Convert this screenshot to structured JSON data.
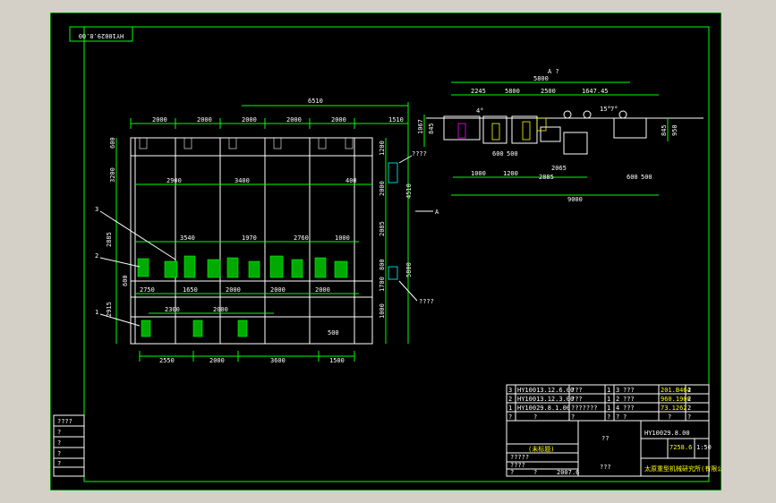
{
  "drawing": {
    "rotated_number": "HY10029.8.00",
    "section_label": "A ?",
    "a_marker": "A",
    "callouts": [
      "1",
      "2",
      "3"
    ],
    "note_top_right": "????",
    "note_mid_right": "????"
  },
  "plan_dims": {
    "top_chain": [
      "2000",
      "2000",
      "2000",
      "2000",
      "2000",
      "1510"
    ],
    "top_overall": "6510",
    "upper_inner": [
      "2900",
      "3400",
      "400"
    ],
    "mid_row": [
      "3540",
      "1970",
      "2760",
      "1000"
    ],
    "lower_row": [
      "2750",
      "1650",
      "2000",
      "2000",
      "2000"
    ],
    "lower_inner": [
      "2300",
      "2000"
    ],
    "bottom_chain": [
      "2550",
      "2000",
      "3600",
      "1500"
    ],
    "left_dims": [
      "600",
      "3200",
      "2885",
      "600",
      "2915"
    ],
    "right_dims": [
      "1200",
      "2000",
      "2085",
      "800",
      "1700",
      "1000"
    ],
    "right_outer": [
      "4510",
      "5800"
    ],
    "small_label": "500"
  },
  "elev_dims": {
    "top": "5800",
    "upper": [
      "2245",
      "5800",
      "2500",
      "1647.45"
    ],
    "lower": [
      "1000",
      "1200",
      "2885"
    ],
    "inner": [
      "600",
      "500",
      "2065"
    ],
    "right": [
      "600",
      "500"
    ],
    "overall": "9000",
    "left_v": [
      "1067",
      "845"
    ],
    "right_v": [
      "845",
      "950"
    ],
    "angles": [
      "4°",
      "15°",
      "7°"
    ]
  },
  "parts_list": [
    {
      "no": "3",
      "code": "HY10013.12.6.00",
      "name": "???",
      "qty": "1",
      "no2": "3",
      "name2": "???",
      "spec": "201.B464",
      "qty2": "2"
    },
    {
      "no": "2",
      "code": "HY10013.12.3.00",
      "name": "???",
      "qty": "1",
      "no2": "2",
      "name2": "???",
      "spec": "960.1900",
      "qty2": "2"
    },
    {
      "no": "1",
      "code": "HY10029.8.1.00",
      "name": "???????",
      "qty": "1",
      "no2": "4",
      "name2": "???",
      "spec": "73.1262",
      "qty2": "2"
    },
    {
      "no": "?",
      "code": "?",
      "name": "?",
      "qty": "?",
      "no2": "?",
      "name2": "?",
      "spec": "?",
      "qty2": "?"
    }
  ],
  "title_block": {
    "part_number": "HY10029.8.00",
    "title": "??",
    "company": "太原重型机械研究所(有限公司)",
    "material": "???",
    "date": "2007.6",
    "weight": "7258.6",
    "scale": "1:50",
    "stamp": "(未标题)",
    "rows": [
      "?????",
      "????",
      "?",
      "?"
    ]
  },
  "side_table": {
    "rows": [
      "????",
      "?",
      "?",
      "?",
      "?"
    ]
  }
}
